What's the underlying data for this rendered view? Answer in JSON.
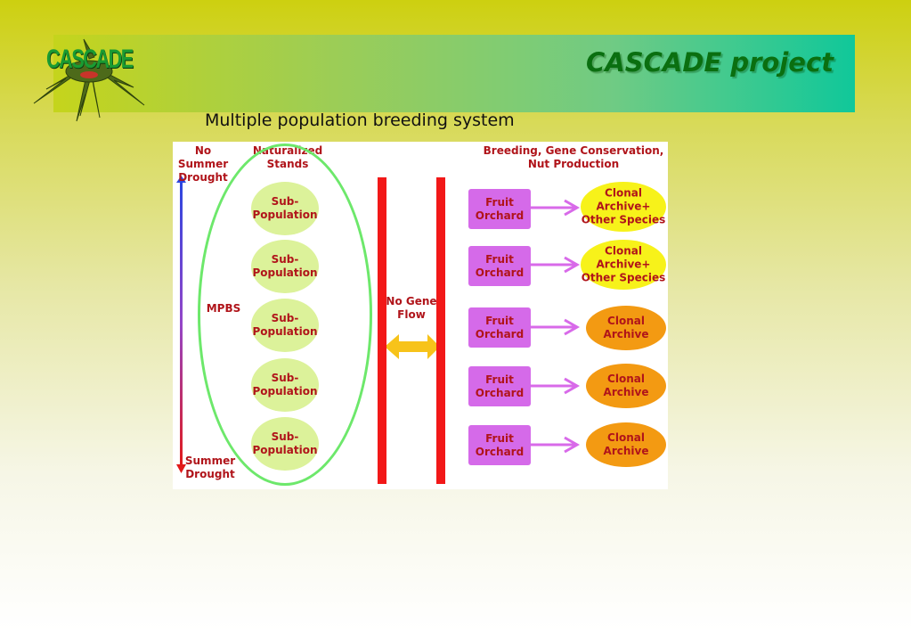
{
  "header": {
    "logo_text": "CASCADE",
    "title": "CASCADE project"
  },
  "subtitle": "Multiple population breeding system",
  "diagram": {
    "gradient_top_label": [
      "No",
      "Summer",
      "Drought"
    ],
    "gradient_bottom_label": [
      "Summer",
      "Drought"
    ],
    "mpbs_label": "MPBS",
    "stands_label": [
      "Naturalized",
      "Stands"
    ],
    "subpopulations": [
      {
        "line1": "Sub-",
        "line2": "Population"
      },
      {
        "line1": "Sub-",
        "line2": "Population"
      },
      {
        "line1": "Sub-",
        "line2": "Population"
      },
      {
        "line1": "Sub-",
        "line2": "Population"
      },
      {
        "line1": "Sub-",
        "line2": "Population"
      }
    ],
    "no_gene_flow_label": [
      "No Gene",
      "Flow"
    ],
    "right_header": [
      "Breeding, Gene Conservation,",
      "Nut Production"
    ],
    "rows": [
      {
        "orchard": [
          "Fruit",
          "Orchard"
        ],
        "archive": [
          "Clonal",
          "Archive+",
          "Other Species"
        ],
        "archive_color": "#f7f21a"
      },
      {
        "orchard": [
          "Fruit",
          "Orchard"
        ],
        "archive": [
          "Clonal",
          "Archive+",
          "Other Species"
        ],
        "archive_color": "#f7f21a"
      },
      {
        "orchard": [
          "Fruit",
          "Orchard"
        ],
        "archive": [
          "Clonal",
          "Archive"
        ],
        "archive_color": "#f39a12"
      },
      {
        "orchard": [
          "Fruit",
          "Orchard"
        ],
        "archive": [
          "Clonal",
          "Archive"
        ],
        "archive_color": "#f39a12"
      },
      {
        "orchard": [
          "Fruit",
          "Orchard"
        ],
        "archive": [
          "Clonal",
          "Archive"
        ],
        "archive_color": "#f39a12"
      }
    ],
    "colors": {
      "label_red": "#b0141a",
      "barrier_red": "#f21818",
      "orchard_purple": "#d56ae9",
      "arrow_purple": "#d86ae9",
      "gene_flow_arrow": "#f7c31a",
      "subpop_green": "#dcf29a",
      "stand_outline": "#6de86b"
    }
  }
}
